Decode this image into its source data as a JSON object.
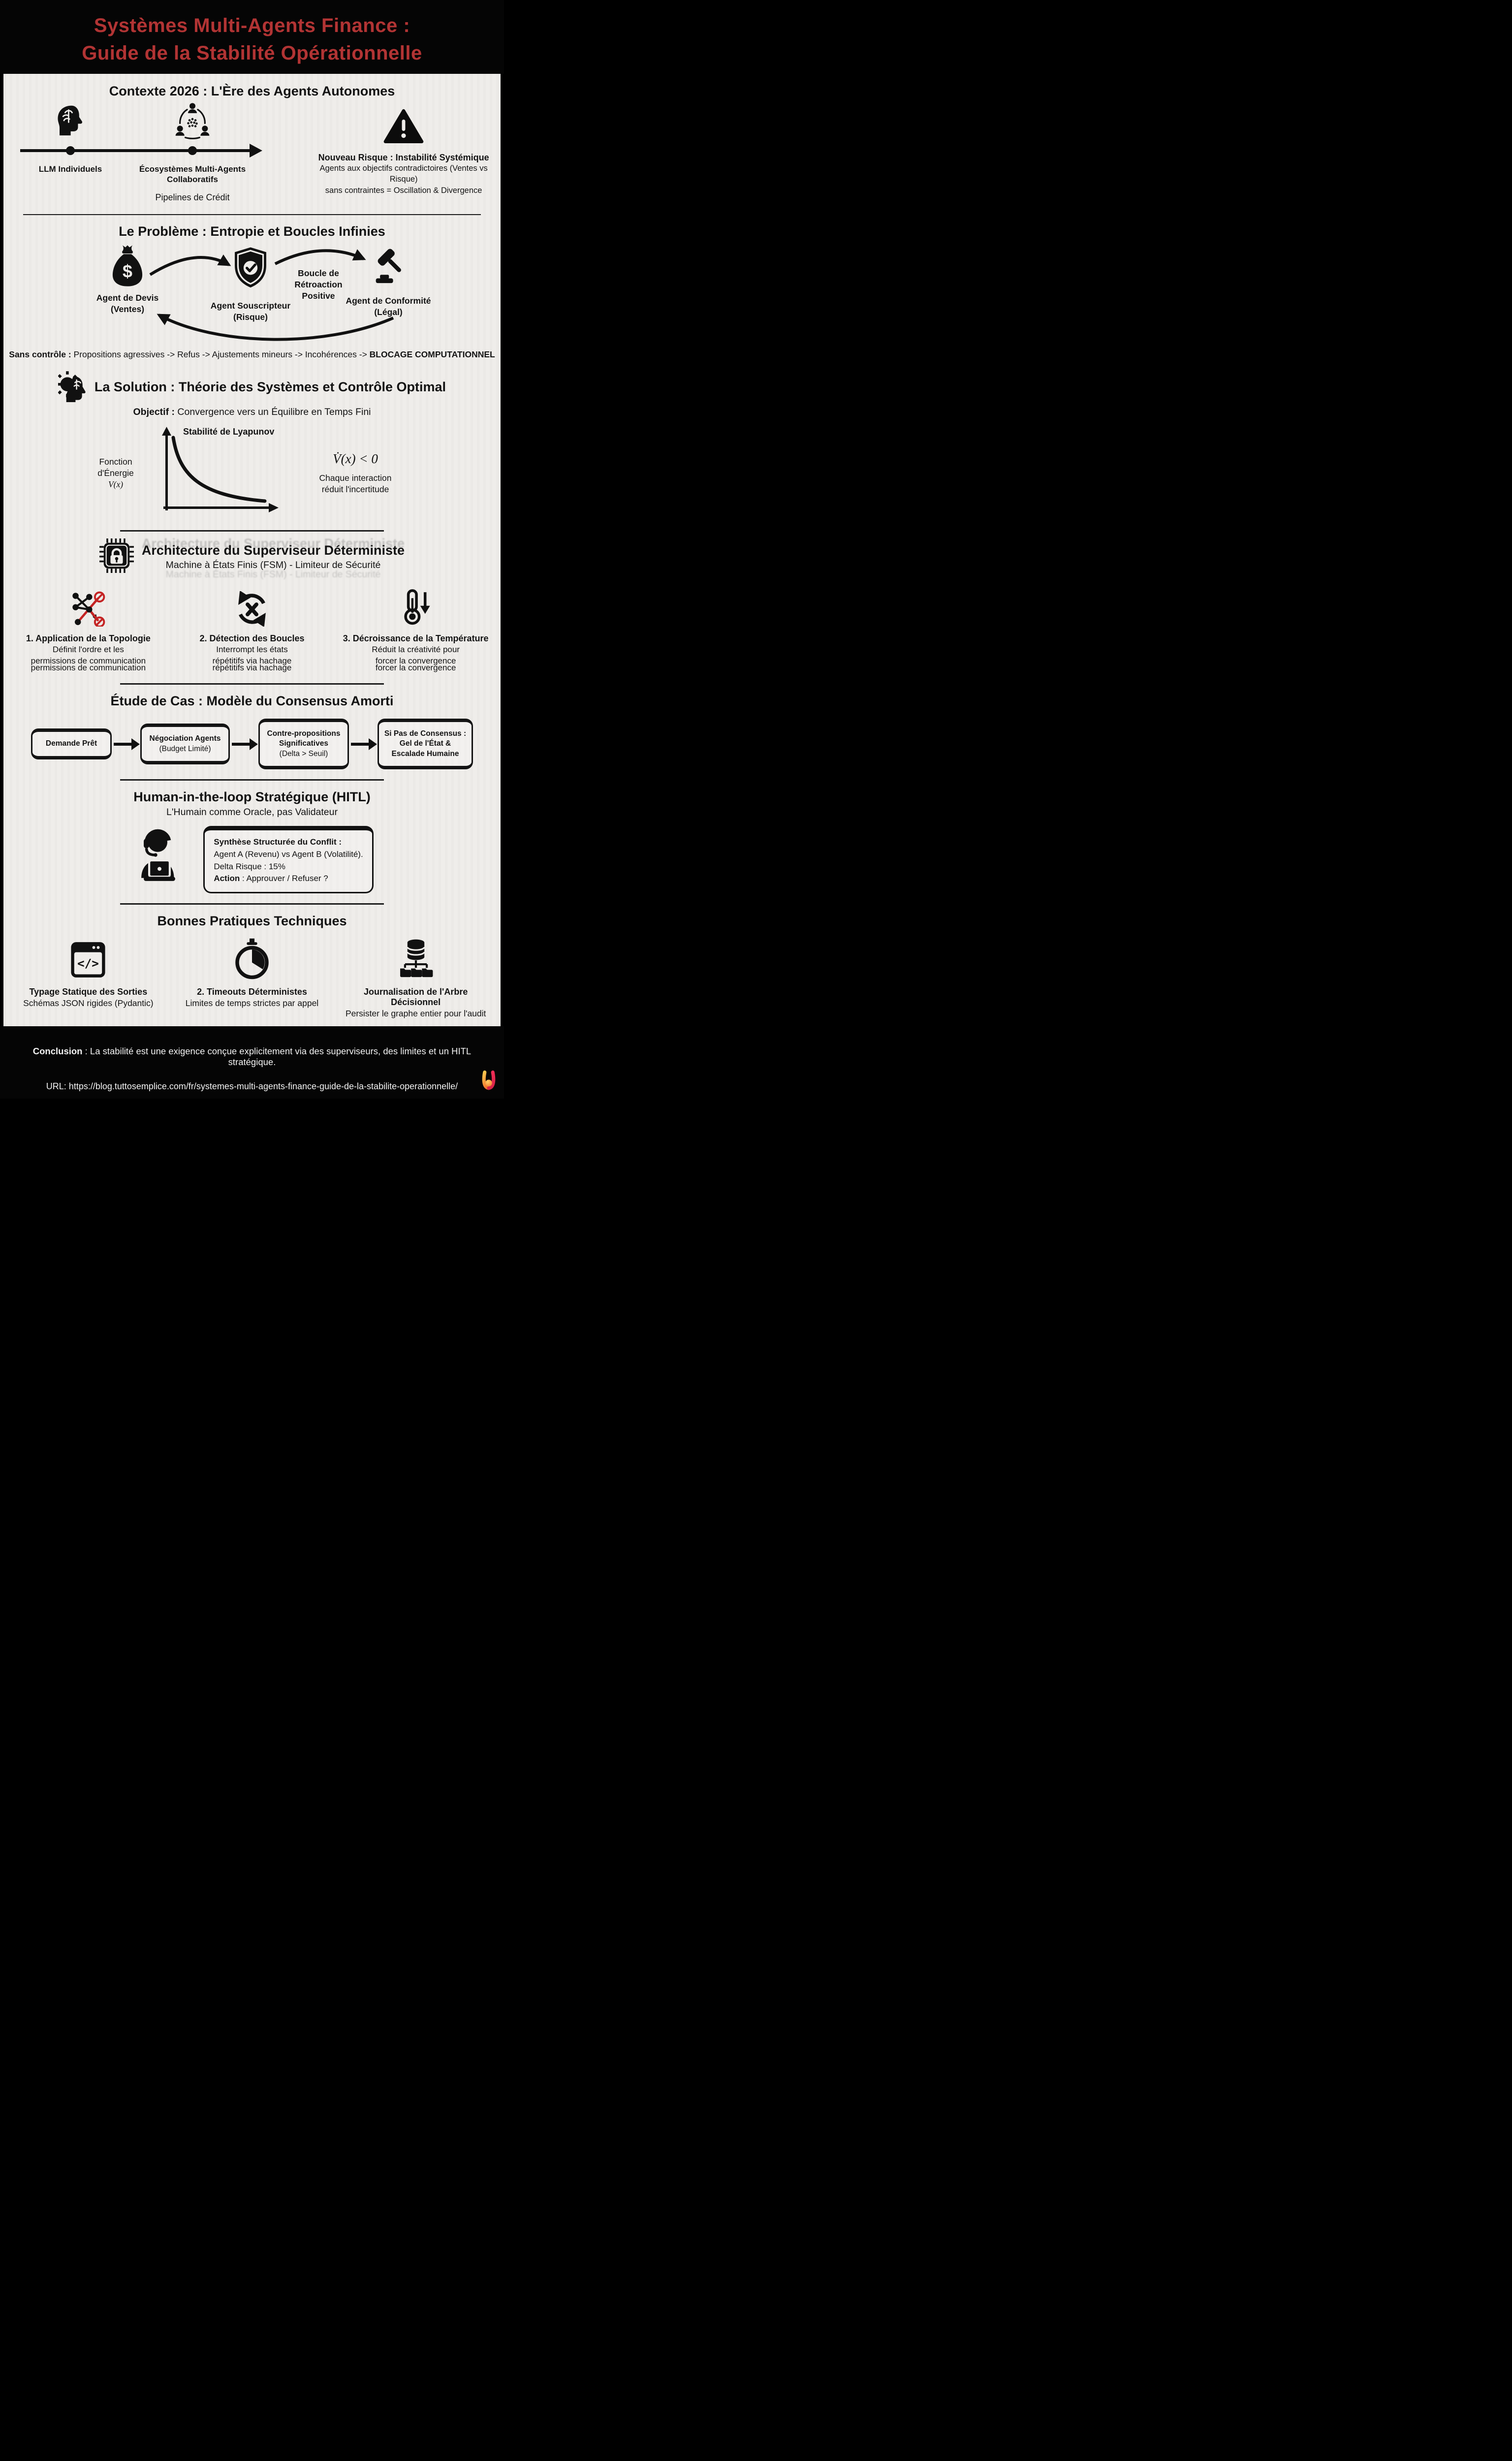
{
  "colors": {
    "page_bg": "#000000",
    "card_bg": "#efedea",
    "title_red": "#b23434",
    "ink": "#131313",
    "accent_red": "#c42323"
  },
  "header": {
    "title_line1": "Systèmes Multi-Agents Finance :",
    "title_line2": "Guide de la Stabilité Opérationnelle"
  },
  "context": {
    "heading": "Contexte 2026 : L'Ère des Agents Autonomes",
    "timeline": [
      {
        "icon": "brain-head-icon",
        "label": "LLM Individuels"
      },
      {
        "icon": "multi-agent-icon",
        "label": "Écosystèmes Multi-Agents Collaboratifs",
        "sublabel": "Pipelines de Crédit"
      }
    ],
    "risk": {
      "icon": "warning-icon",
      "title": "Nouveau Risque : Instabilité Systémique",
      "line1": "Agents aux objectifs contradictoires (Ventes vs Risque)",
      "line2": "sans contraintes = Oscillation & Divergence"
    }
  },
  "problem": {
    "heading": "Le Problème : Entropie et Boucles Infinies",
    "agents": [
      {
        "icon": "money-bag-icon",
        "name": "Agent de Devis",
        "role": "(Ventes)"
      },
      {
        "icon": "shield-check-icon",
        "name": "Agent Souscripteur",
        "role": "(Risque)"
      },
      {
        "icon": "gavel-icon",
        "name": "Agent de Conformité",
        "role": "(Légal)"
      }
    ],
    "loop_label": "Boucle de\nRétroaction\nPositive",
    "caption_prefix": "Sans contrôle :",
    "caption_mid": " Propositions agressives -> Refus -> Ajustements mineurs -> Incohérences -> ",
    "caption_bold": "BLOCAGE COMPUTATIONNEL"
  },
  "solution": {
    "icon": "gear-head-icon",
    "heading": "La Solution : Théorie des Systèmes et Contrôle Optimal",
    "subtitle_bold": "Objectif :",
    "subtitle_rest": " Convergence vers un Équilibre en Temps Fini",
    "chart": {
      "title": "Stabilité de Lyapunov",
      "ylabel_line1": "Fonction",
      "ylabel_line2": "d'Énergie",
      "ylabel_math": "V(x)",
      "formula": "V̇(x) < 0",
      "note1": "Chaque interaction",
      "note2": "réduit l'incertitude"
    }
  },
  "chart_data": {
    "type": "line",
    "title": "Stabilité de Lyapunov",
    "xlabel": "",
    "ylabel": "Fonction d'Énergie V(x)",
    "x": [
      0,
      1,
      2,
      3,
      4,
      5,
      6,
      7,
      8,
      9,
      10
    ],
    "values": [
      10,
      6.6,
      4.4,
      3.0,
      2.1,
      1.5,
      1.1,
      0.85,
      0.7,
      0.6,
      0.55
    ],
    "annotation": "V̇(x) < 0 — Chaque interaction réduit l'incertitude",
    "grid": false,
    "legend": false,
    "note": "courbe de décroissance exponentielle, axes non gradués"
  },
  "architecture": {
    "icon": "chip-lock-icon",
    "heading": "Architecture du Superviseur Déterministe",
    "subtitle": "Machine à États Finis (FSM) - Limiteur de Sécurité",
    "pillars": [
      {
        "icon": "topology-icon",
        "title": "1. Application de la Topologie",
        "line1": "Définit l'ordre et les",
        "line2": "permissions de communication"
      },
      {
        "icon": "loop-x-icon",
        "title": "2. Détection des Boucles",
        "line1": "Interrompt les états",
        "line2": "répétitifs via hachage"
      },
      {
        "icon": "thermometer-down-icon",
        "title": "3. Décroissance de la Température",
        "line1": "Réduit la créativité pour",
        "line2": "forcer la convergence"
      }
    ]
  },
  "case_study": {
    "heading": "Étude de Cas : Modèle du Consensus Amorti",
    "steps": [
      {
        "bold1": "Demande Prêt"
      },
      {
        "bold1": "Négociation Agents",
        "normal": "(Budget Limité)"
      },
      {
        "bold1": "Contre-propositions",
        "bold2": "Significatives",
        "normal": "(Delta > Seuil)"
      },
      {
        "bold1": "Si Pas de Consensus :",
        "bold2": "Gel de l'État &",
        "bold3": "Escalade Humaine"
      }
    ]
  },
  "hitl": {
    "heading": "Human-in-the-loop Stratégique (HITL)",
    "subtitle": "L'Humain comme Oracle, pas Validateur",
    "icon": "headset-agent-icon",
    "panel": {
      "title": "Synthèse Structurée du Conflit :",
      "line1": "Agent A (Revenu) vs Agent B (Volatilité).",
      "line2": "Delta Risque : 15%",
      "action_bold": "Action",
      "action_rest": " : Approuver / Refuser ?"
    }
  },
  "practices": {
    "heading": "Bonnes Pratiques Techniques",
    "items": [
      {
        "icon": "code-window-icon",
        "title": "Typage Statique des Sorties",
        "desc": "Schémas JSON rigides (Pydantic)"
      },
      {
        "icon": "stopwatch-icon",
        "title": "2. Timeouts Déterministes",
        "desc": "Limites de temps strictes par appel"
      },
      {
        "icon": "database-tree-icon",
        "title": "Journalisation de l'Arbre Décisionnel",
        "desc": "Persister le graphe entier pour l'audit"
      }
    ]
  },
  "footer": {
    "conclusion_bold": "Conclusion",
    "conclusion_rest": " : La stabilité est une exigence conçue explicitement via des superviseurs, des limites et un HITL stratégique.",
    "url": "URL: https://blog.tuttosemplice.com/fr/systemes-multi-agents-finance-guide-de-la-stabilite-operationnelle/",
    "logo_icon": "tuttosemplice-logo"
  }
}
